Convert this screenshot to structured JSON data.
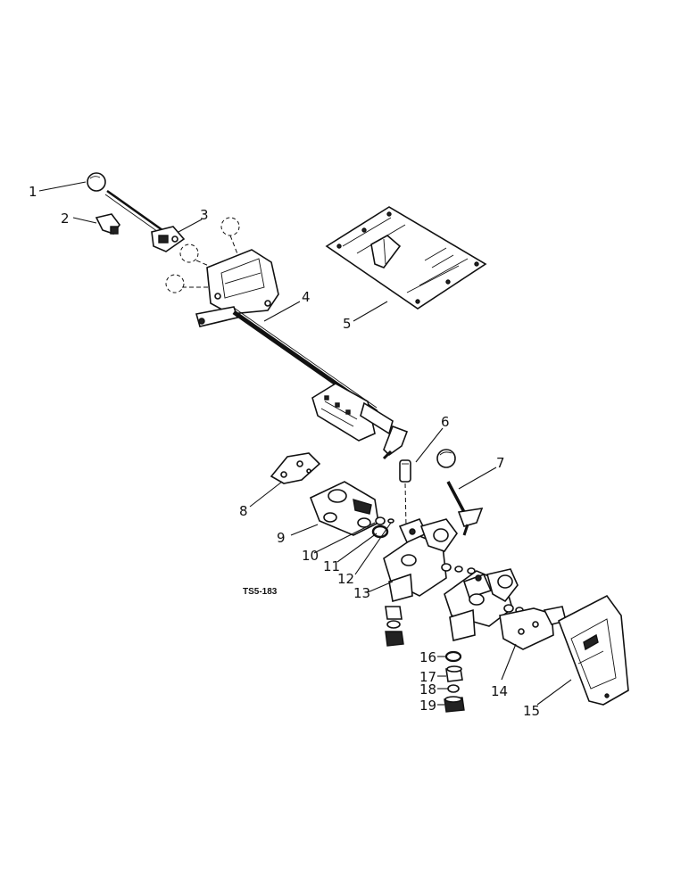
{
  "figure_code": "TS5-183",
  "callouts": [
    "1",
    "2",
    "3",
    "4",
    "5",
    "6",
    "7",
    "8",
    "9",
    "10",
    "11",
    "12",
    "13",
    "14",
    "15",
    "16",
    "17",
    "18",
    "19"
  ]
}
